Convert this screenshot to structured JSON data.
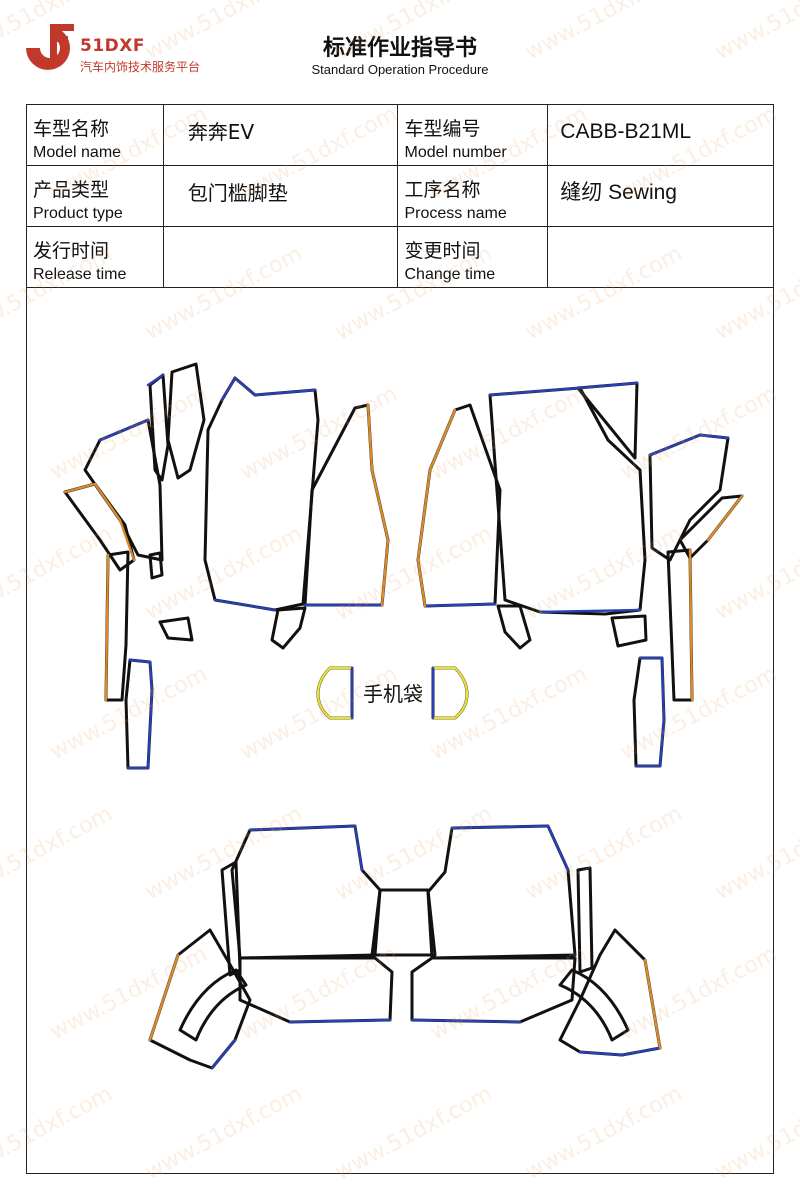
{
  "header": {
    "brand_name": "51DXF",
    "brand_sub": "汽车内饰技术服务平台",
    "title": "标准作业指导书",
    "subtitle": "Standard Operation Procedure"
  },
  "info": {
    "model_name_zh": "车型名称",
    "model_name_en": "Model name",
    "model_name_value": "奔奔EV",
    "model_number_zh": "车型编号",
    "model_number_en": "Model number",
    "model_number_value": "CABB-B21ML",
    "product_type_zh": "产品类型",
    "product_type_en": "Product type",
    "product_type_value": "包门槛脚垫",
    "process_name_zh": "工序名称",
    "process_name_en": "Process name",
    "process_name_value": "缝纫 Sewing",
    "release_time_zh": "发行时间",
    "release_time_en": "Release time",
    "release_time_value": "",
    "change_time_zh": "变更时间",
    "change_time_en": "Change time",
    "change_time_value": ""
  },
  "drawing": {
    "phone_pocket_label": "手机袋",
    "colors": {
      "outline": "#111111",
      "blue_edge": "#2a3fb0",
      "orange_edge": "#d98a2a",
      "yellow_edge": "#e6df3a",
      "brand_red": "#c0392b"
    }
  },
  "watermark": {
    "text": "www.51dxf.com"
  }
}
